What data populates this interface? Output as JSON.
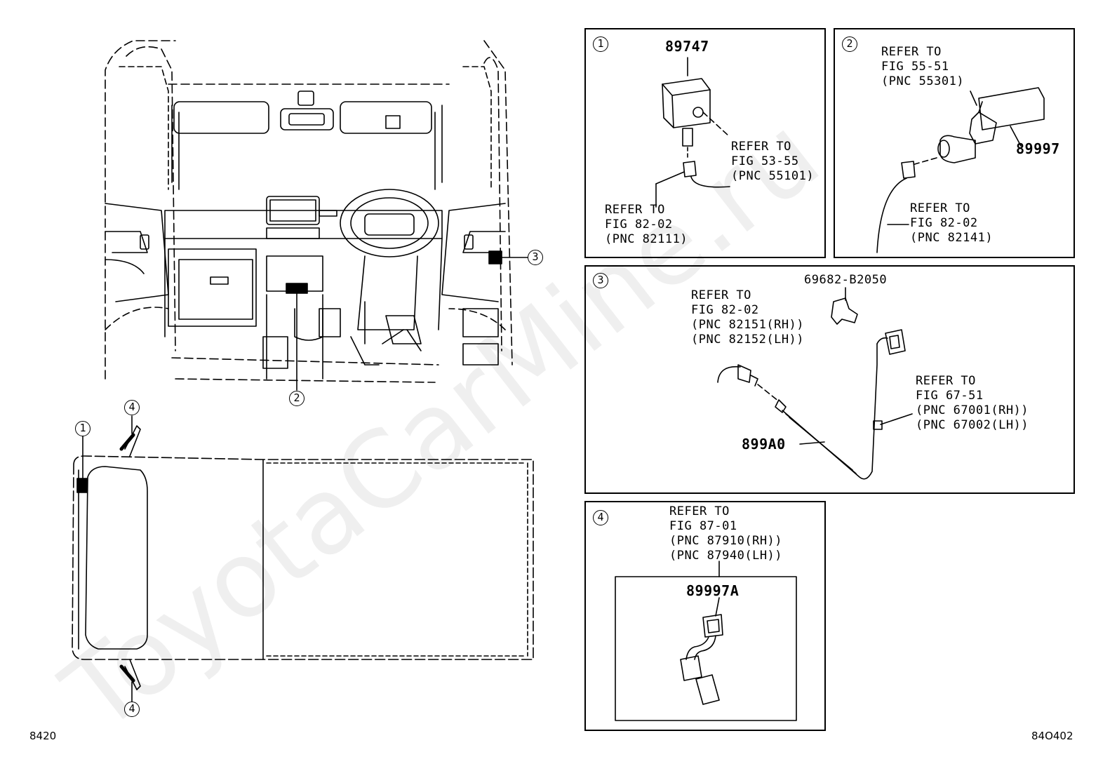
{
  "watermark": "ToyotaCarMine.ru",
  "corner": {
    "bottom_left": "8420",
    "bottom_right": "84O402"
  },
  "callouts": {
    "c1": "1",
    "c2": "2",
    "c3": "3",
    "c4": "4"
  },
  "panel1": {
    "part_number": "89747",
    "ref_a": "REFER TO\nFIG 53-55\n(PNC 55101)",
    "ref_b": "REFER TO\nFIG 82-02\n(PNC 82111)"
  },
  "panel2": {
    "part_number": "89997",
    "ref_a": "REFER TO\nFIG 55-51\n(PNC 55301)",
    "ref_b": "REFER TO\nFIG 82-02\n(PNC 82141)"
  },
  "panel3": {
    "clip_number": "69682-B2050",
    "part_number": "899A0",
    "ref_a": "REFER TO\nFIG 82-02\n(PNC 82151(RH))\n(PNC 82152(LH))",
    "ref_b": "REFER TO\nFIG 67-51\n(PNC 67001(RH))\n(PNC 67002(LH))"
  },
  "panel4": {
    "part_number": "89997A",
    "ref_a": "REFER TO\nFIG 87-01\n(PNC 87910(RH))\n(PNC 87940(LH))"
  }
}
